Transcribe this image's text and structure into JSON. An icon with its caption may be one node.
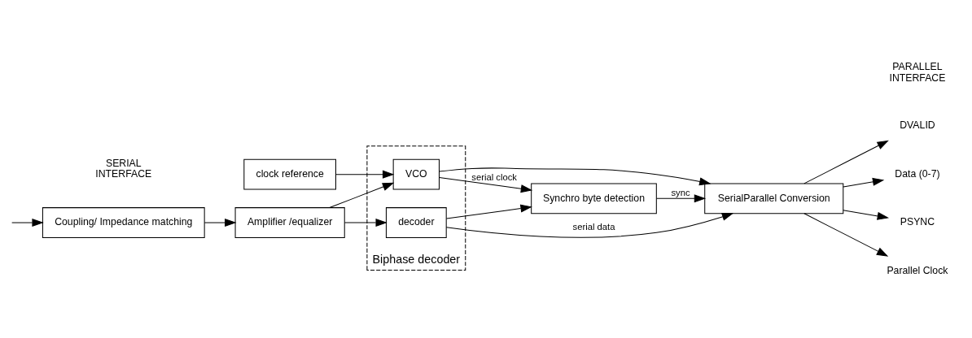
{
  "diagram": {
    "nodes": [
      {
        "text": [
          "Biphase decoder"
        ]
      },
      {
        "text": [
          "clock reference"
        ]
      },
      {
        "text": [
          "Coupling/ Impedance matching"
        ]
      },
      {
        "text": [
          "Amplifier /equalizer"
        ]
      },
      {
        "text": [
          "VCO"
        ],
        "in": 0
      },
      {
        "text": [
          "decoder"
        ],
        "in": 0
      },
      {
        "text": [
          "Synchro byte detection"
        ]
      },
      {
        "text": [
          "SerialParallel Conversion"
        ]
      },
      {
        "text": [
          "DVALID"
        ]
      },
      {
        "text": [
          "Data (0-7)"
        ]
      },
      {
        "text": [
          "PSYNC"
        ]
      },
      {
        "text": [
          "Parallel Clock"
        ]
      }
    ],
    "edges": [
      {
        "from": null,
        "to": 2,
        "arrow": "to"
      },
      {
        "from": 2,
        "to": 3,
        "arrow": "to"
      },
      {
        "from": 1,
        "to": 4,
        "arrow": "to"
      },
      {
        "from": 3,
        "to": 4,
        "arrow": "to"
      },
      {
        "from": 3,
        "to": 5,
        "arrow": "to"
      },
      {
        "from": 4,
        "to": 6,
        "arrow": "to",
        "label": "serial clock"
      },
      {
        "from": 4,
        "to": 7,
        "arrow": "to"
      },
      {
        "from": 5,
        "to": 6,
        "arrow": "to"
      },
      {
        "from": 5,
        "to": 7,
        "arrow": "to",
        "label": "serial data"
      },
      {
        "from": 6,
        "to": 7,
        "arrow": "to",
        "label": "sync"
      },
      {
        "from": 7,
        "to": 8,
        "arrow": "to"
      },
      {
        "from": 7,
        "to": 9,
        "arrow": "to"
      },
      {
        "from": 7,
        "to": 10,
        "arrow": "to"
      },
      {
        "from": 7,
        "to": 11,
        "arrow": "to"
      }
    ],
    "labels": [
      "SERIAL INTERFACE",
      "PARALLEL INTERFACE"
    ]
  }
}
